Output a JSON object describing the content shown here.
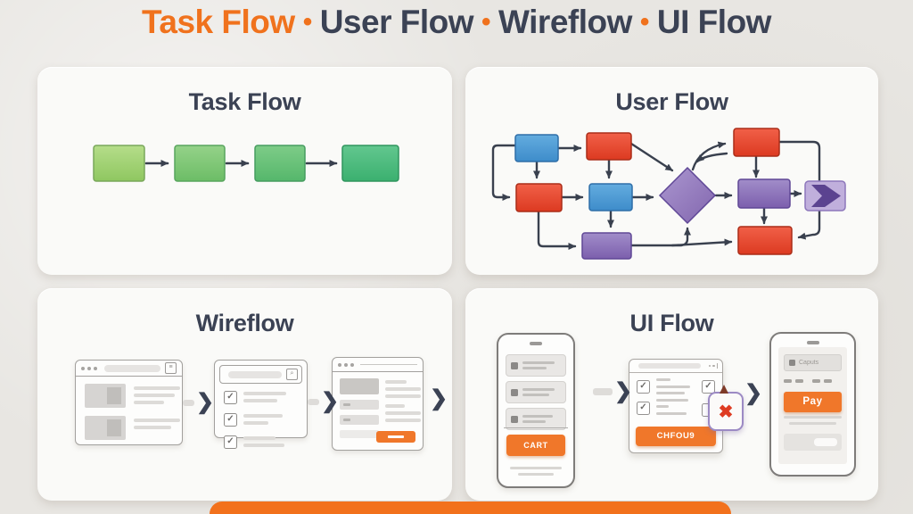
{
  "header": {
    "separator": "•",
    "parts": [
      {
        "text": "Task Flow"
      },
      {
        "text": "User Flow"
      },
      {
        "text": "Wireflow"
      },
      {
        "text": "UI Flow"
      }
    ]
  },
  "panels": {
    "task_flow": {
      "title": "Task Flow",
      "step_count": 4
    },
    "user_flow": {
      "title": "User Flow"
    },
    "wireflow": {
      "title": "Wireflow",
      "screen_count": 3
    },
    "ui_flow": {
      "title": "UI Flow",
      "phone1_button": "CART",
      "modal_button": "CHFOU9",
      "phone2_input": "Caputs",
      "phone2_button": "Pay"
    }
  },
  "icons": {
    "check": "✓",
    "chevron": "❯",
    "close": "✖",
    "menu": "≡"
  },
  "colors": {
    "accent_orange": "#f0721d",
    "heading_navy": "#3b4254",
    "task_greens": [
      "#a3d376",
      "#80ca7b",
      "#6bc57f",
      "#50bf83"
    ],
    "flow_blue": "#4a9bd5",
    "flow_red": "#e8432c",
    "flow_purple": "#8b6cb3",
    "error_red": "#de3b22",
    "banner_orange": "#f2711c"
  }
}
